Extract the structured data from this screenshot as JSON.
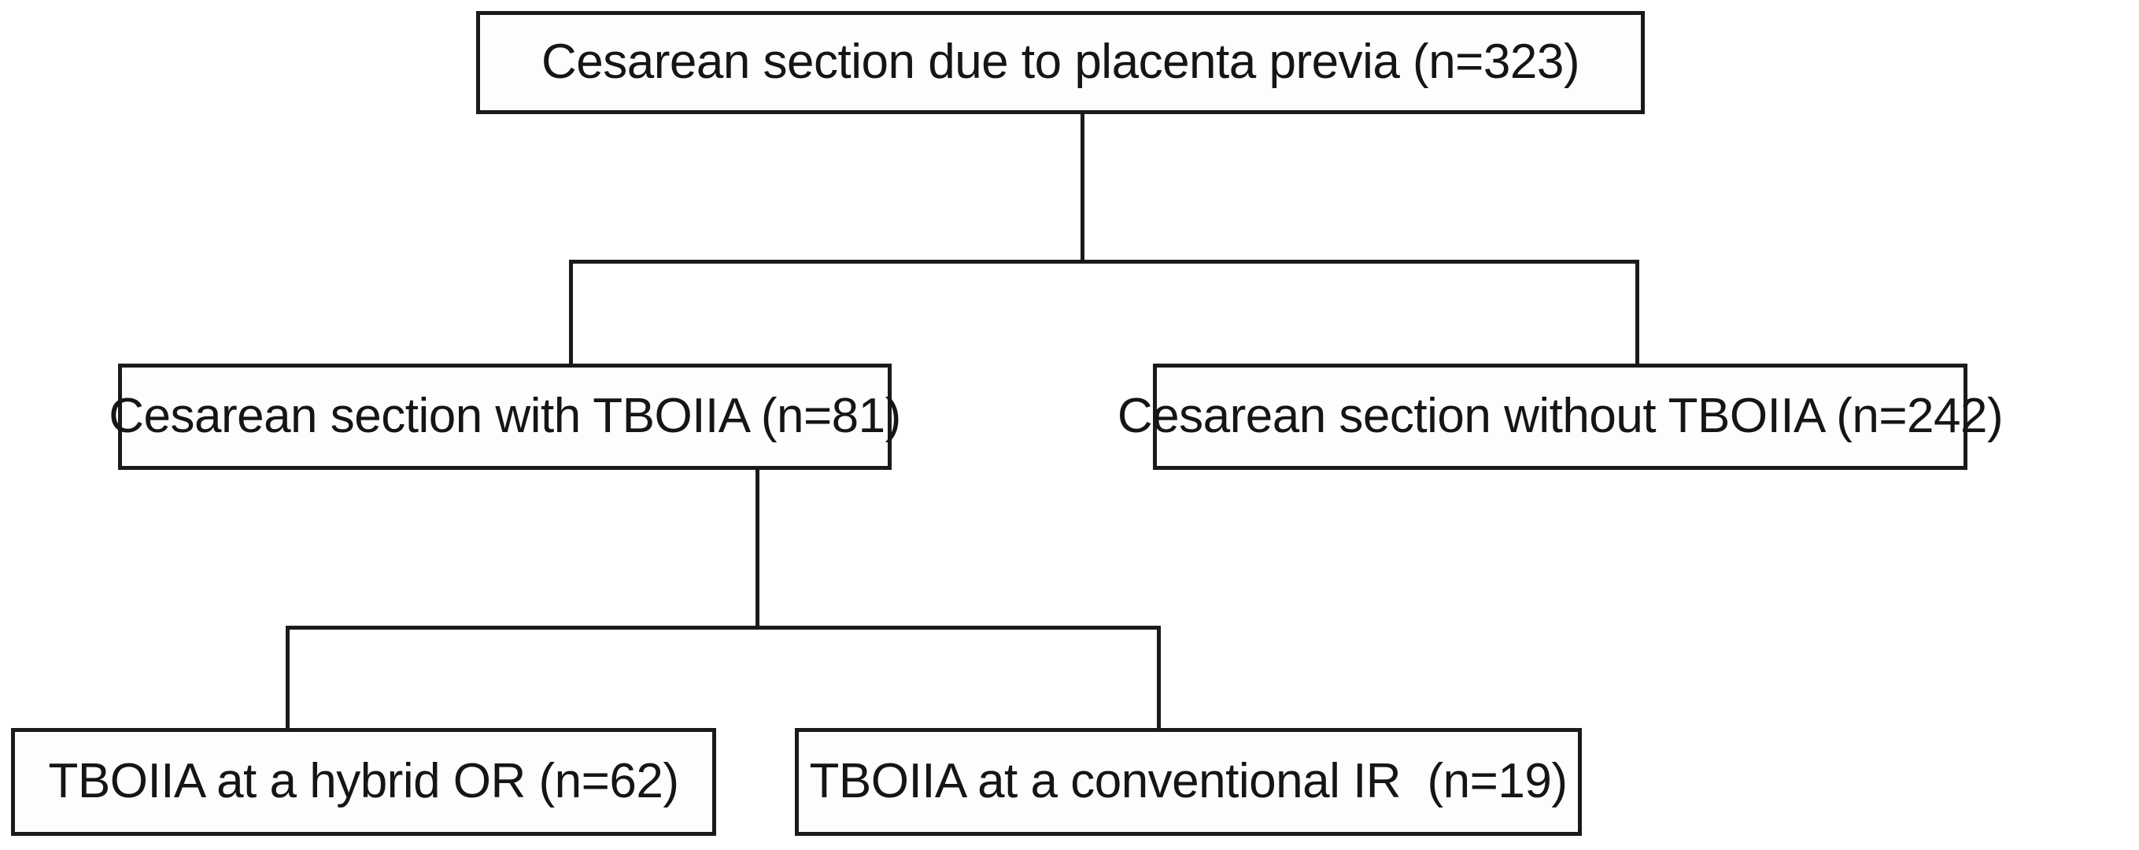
{
  "figure": {
    "type": "flowchart",
    "orientation": "top-down",
    "background_color": "#ffffff",
    "line_color": "#1a1a1a",
    "text_color": "#151515"
  },
  "nodes": {
    "root": {
      "label": "Cesarean section due to placenta previa (n=323)",
      "count": 323
    },
    "with_tboiia": {
      "label": "Cesarean section with TBOIIA (n=81)",
      "count": 81
    },
    "without_tboiia": {
      "label": "Cesarean section without TBOIIA (n=242)",
      "count": 242
    },
    "hybrid_or": {
      "label": "TBOIIA at a hybrid OR (n=62)",
      "count": 62
    },
    "conventional_ir": {
      "label": "TBOIIA at a conventional IR  (n=19)",
      "count": 19
    }
  },
  "edges": [
    {
      "from": "root",
      "to": "with_tboiia"
    },
    {
      "from": "root",
      "to": "without_tboiia"
    },
    {
      "from": "with_tboiia",
      "to": "hybrid_or"
    },
    {
      "from": "with_tboiia",
      "to": "conventional_ir"
    }
  ]
}
